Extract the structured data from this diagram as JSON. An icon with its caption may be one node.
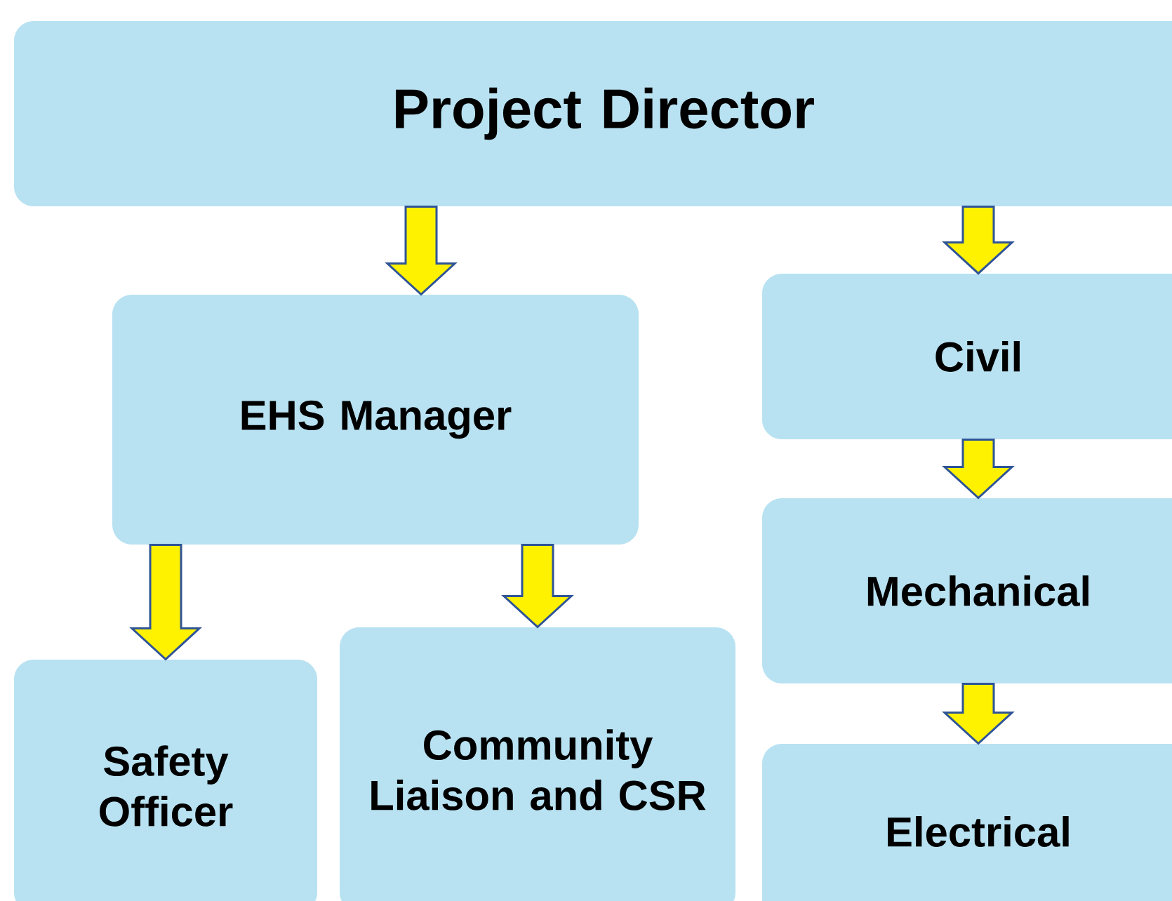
{
  "diagram": {
    "nodes": [
      {
        "text": [
          "Project Director"
        ]
      },
      {
        "text": [
          "EHS Manager"
        ]
      },
      {
        "text": [
          "Civil"
        ]
      },
      {
        "text": [
          "Mechanical"
        ]
      },
      {
        "text": [
          "Electrical"
        ]
      },
      {
        "text": [
          "Safety Officer"
        ]
      },
      {
        "text": [
          "Community Liaison and CSR"
        ]
      }
    ],
    "edges": [
      {
        "from": 0,
        "to": 1,
        "arrow": "to"
      },
      {
        "from": 0,
        "to": 2,
        "arrow": "to"
      },
      {
        "from": 2,
        "to": 3,
        "arrow": "to"
      },
      {
        "from": 3,
        "to": 4,
        "arrow": "to"
      },
      {
        "from": 1,
        "to": 5,
        "arrow": "to"
      },
      {
        "from": 1,
        "to": 6,
        "arrow": "to"
      }
    ]
  }
}
